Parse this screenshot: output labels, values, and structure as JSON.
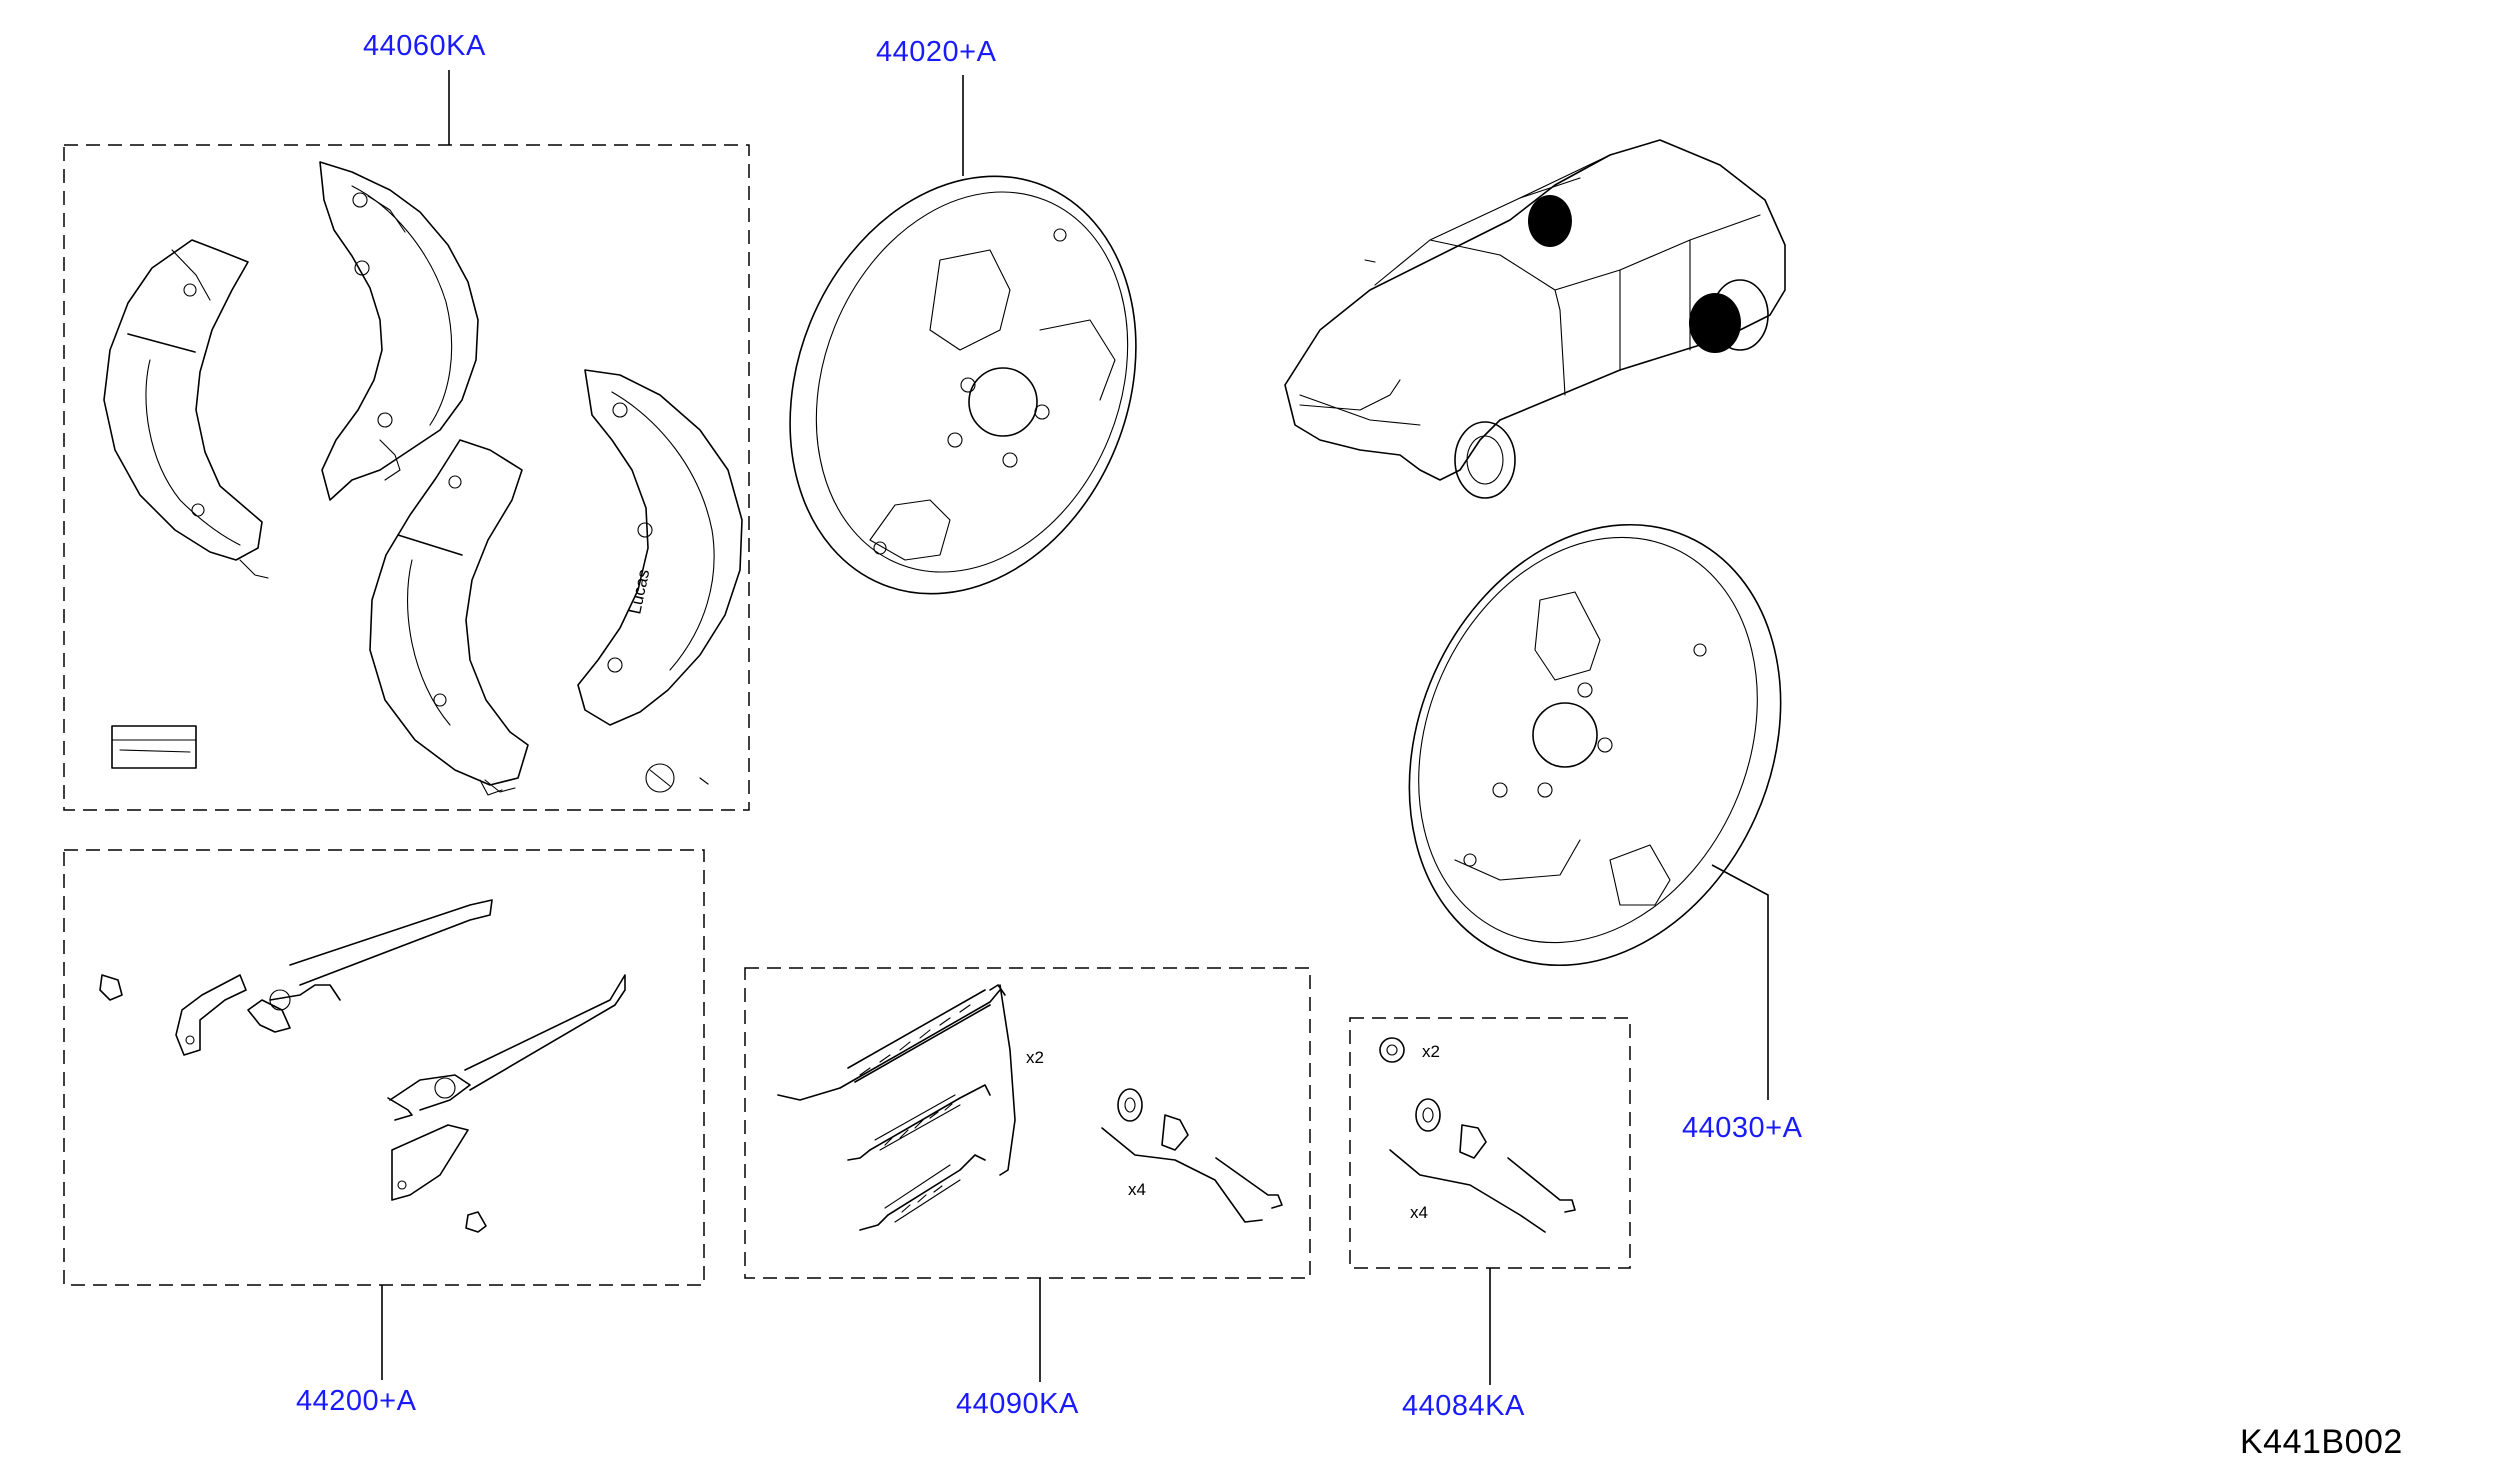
{
  "callouts": {
    "shoe_kit": "44060KA",
    "back_plate_left": "44020+A",
    "back_plate_right": "44030+A",
    "adjuster_kit": "44200+A",
    "spring_kit": "44090KA",
    "pin_kit": "44084KA"
  },
  "quantities": {
    "spring_x2": "x2",
    "spring_x4": "x4",
    "pin_x2": "x2",
    "pin_x4": "x4"
  },
  "shoe_lining_text": "Lucas",
  "diagram_code": "K441B002",
  "icons": {
    "vehicle": "sedan-location-icon",
    "location_marker": "black-dot-marker"
  }
}
